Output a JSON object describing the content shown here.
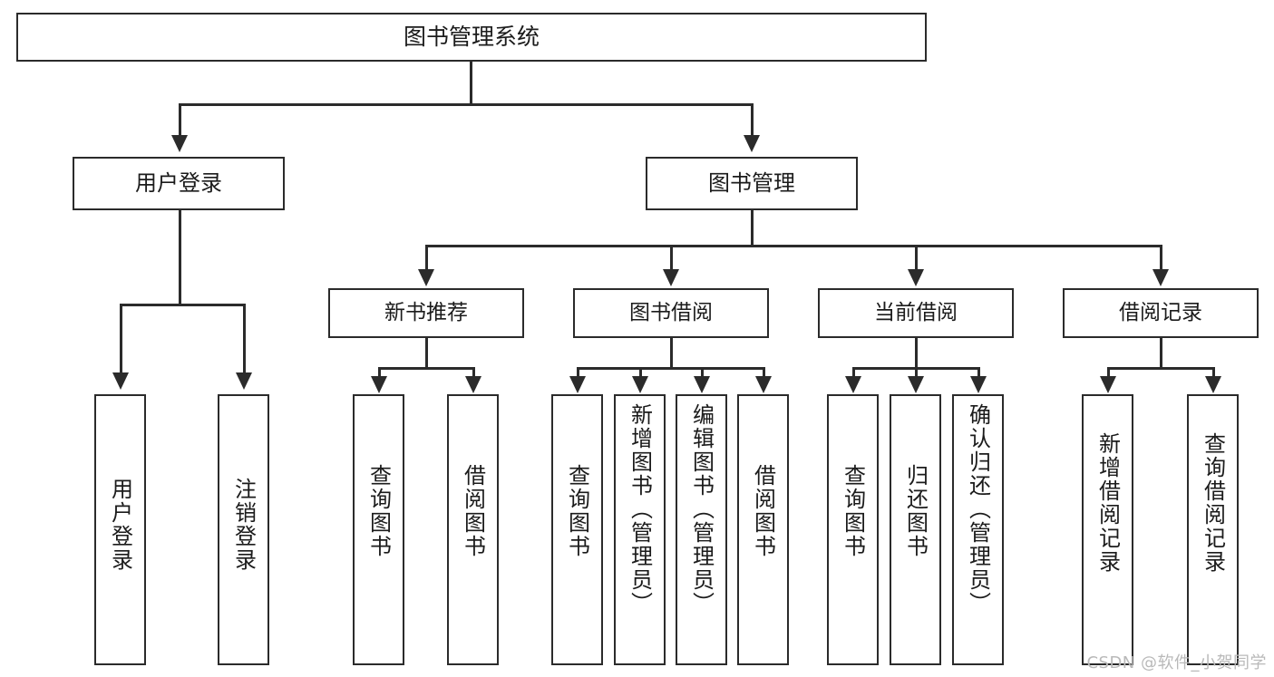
{
  "diagram": {
    "title": "图书管理系统",
    "type": "hierarchy-tree",
    "watermark": "CSDN @软件_小贺同学",
    "colors": {
      "stroke": "#2b2b2b",
      "fill": "#ffffff",
      "text": "#1b1b1b",
      "watermark": "#b9b9b9"
    },
    "root": {
      "label": "图书管理系统"
    },
    "level1": [
      {
        "label": "用户登录"
      },
      {
        "label": "图书管理"
      }
    ],
    "level2": [
      {
        "label": "新书推荐"
      },
      {
        "label": "图书借阅"
      },
      {
        "label": "当前借阅"
      },
      {
        "label": "借阅记录"
      }
    ],
    "leaves": {
      "user_login": [
        {
          "label": "用户登录"
        },
        {
          "label": "注销登录"
        }
      ],
      "new_book_recommend": [
        {
          "label": "查询图书"
        },
        {
          "label": "借阅图书"
        }
      ],
      "book_borrow": [
        {
          "label": "查询图书"
        },
        {
          "label": "新增图书（管理员）"
        },
        {
          "label": "编辑图书（管理员）"
        },
        {
          "label": "借阅图书"
        }
      ],
      "current_borrow": [
        {
          "label": "查询图书"
        },
        {
          "label": "归还图书"
        },
        {
          "label": "确认归还（管理员）"
        }
      ],
      "borrow_record": [
        {
          "label": "新增借阅记录"
        },
        {
          "label": "查询借阅记录"
        }
      ]
    }
  }
}
